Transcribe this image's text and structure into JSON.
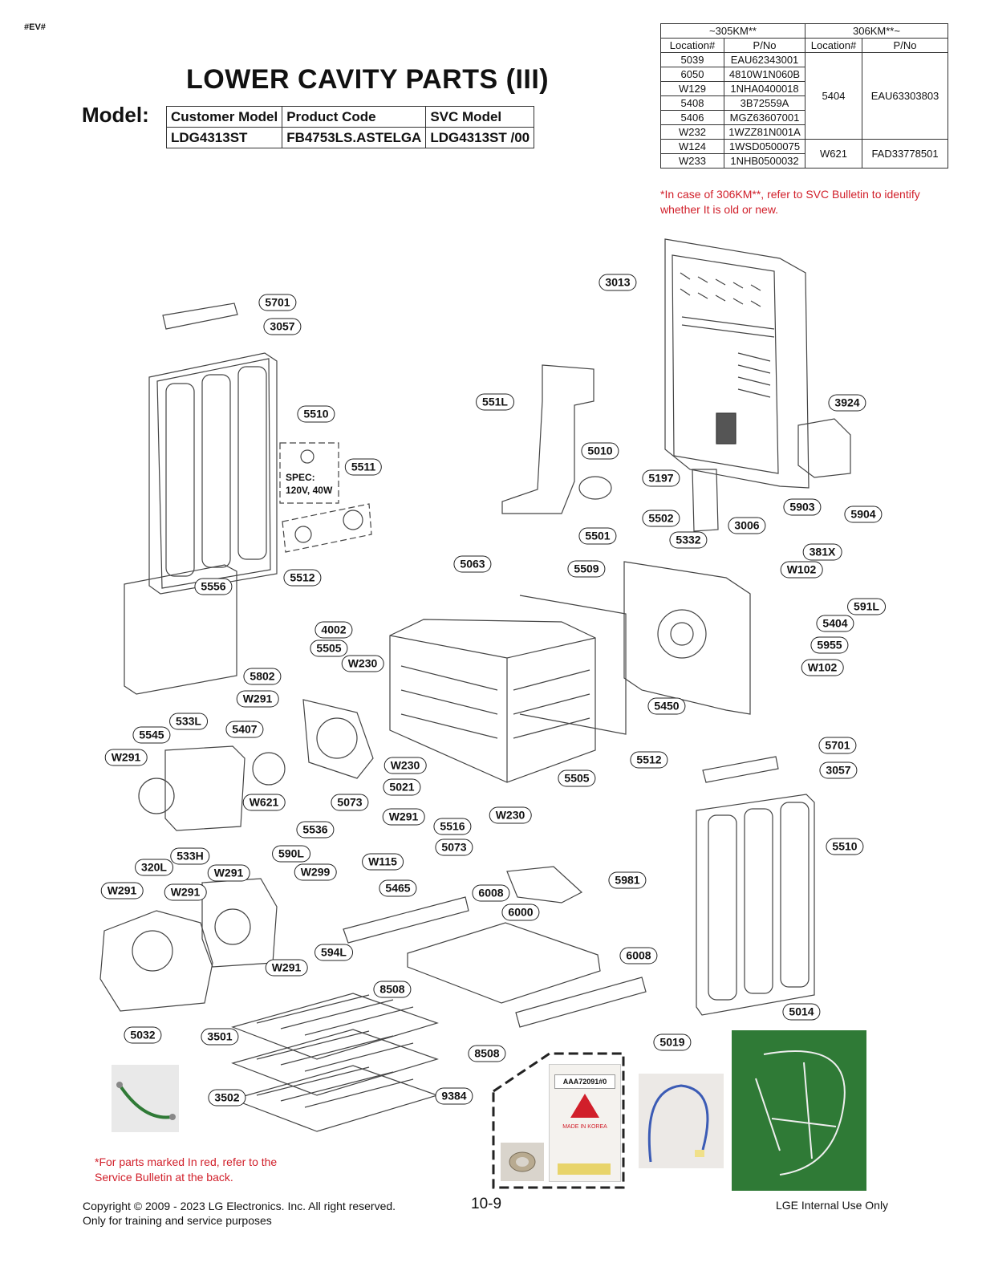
{
  "tag": "#EV#",
  "title": "LOWER CAVITY PARTS (III)",
  "model_label": "Model:",
  "model_table": {
    "headers": [
      "Customer Model",
      "Product Code",
      "SVC Model"
    ],
    "row": [
      "LDG4313ST",
      "FB4753LS.ASTELGA",
      "LDG4313ST /00"
    ]
  },
  "location_table": {
    "group1": "~305KM**",
    "group2": "306KM**~",
    "col_location": "Location#",
    "col_pno": "P/No",
    "rows": [
      [
        "5039",
        "EAU62343001"
      ],
      [
        "6050",
        "4810W1N060B"
      ],
      [
        "W129",
        "1NHA0400018"
      ],
      [
        "5408",
        "3B72559A"
      ],
      [
        "5406",
        "MGZ63607001"
      ],
      [
        "W232",
        "1WZZ81N001A"
      ],
      [
        "W124",
        "1WSD0500075"
      ],
      [
        "W233",
        "1NHB0500032"
      ]
    ],
    "right_rows": [
      [
        "5404",
        "EAU63303803"
      ],
      [
        "W621",
        "FAD33778501"
      ]
    ]
  },
  "note_306": "*In case of 306KM**, refer to SVC Bulletin to identify whether It is old or new.",
  "spec_line1": "SPEC:",
  "spec_line2": "120V, 40W",
  "callouts": {
    "c3013": "3013",
    "c5701a": "5701",
    "c3057a": "3057",
    "c551L": "551L",
    "c3924": "3924",
    "c5510a": "5510",
    "c5010": "5010",
    "c5511": "5511",
    "c5197": "5197",
    "c5903": "5903",
    "c5904": "5904",
    "c5502": "5502",
    "c3006": "3006",
    "c5332": "5332",
    "c5501": "5501",
    "c381X": "381X",
    "c5063": "5063",
    "c5509": "5509",
    "cW102a": "W102",
    "c5512a": "5512",
    "c5556": "5556",
    "c591L": "591L",
    "c4002": "4002",
    "c5404": "5404",
    "c5505a": "5505",
    "cW230a": "W230",
    "c5955": "5955",
    "cW102b": "W102",
    "c5802": "5802",
    "c5450": "5450",
    "cW291a": "W291",
    "c533L": "533L",
    "c5407": "5407",
    "c5545": "5545",
    "c5701b": "5701",
    "cW291b": "W291",
    "cW230b": "W230",
    "c5512b": "5512",
    "c3057b": "3057",
    "c5505b": "5505",
    "c5021": "5021",
    "cW621": "W621",
    "c5073a": "5073",
    "cW291c": "W291",
    "cW230c": "W230",
    "c5536": "5536",
    "c5516": "5516",
    "c5510b": "5510",
    "c590L": "590L",
    "c5073b": "5073",
    "c533H": "533H",
    "cW115": "W115",
    "c320L": "320L",
    "cW291d": "W291",
    "cW299": "W299",
    "c5465": "5465",
    "c5981": "5981",
    "cW291e": "W291",
    "cW291f": "W291",
    "c6008a": "6008",
    "c6000": "6000",
    "c594L": "594L",
    "cW291g": "W291",
    "c6008b": "6008",
    "c8508a": "8508",
    "c5014": "5014",
    "c5032": "5032",
    "c3501": "3501",
    "c5019": "5019",
    "c8508b": "8508",
    "c3502": "3502",
    "c9384": "9384"
  },
  "kit_label": "AAA72091#0",
  "kit_made": "MADE IN KOREA",
  "note_red": "*For parts marked In red, refer to the Service Bulletin at the back.",
  "copyright_line1": "Copyright © 2009 - 2023 LG Electronics. Inc. All right reserved.",
  "copyright_line2": "Only for training and service purposes",
  "page_number": "10-9",
  "internal": "LGE Internal Use Only",
  "colors": {
    "red_note": "#d11f2a",
    "photo_green": "#2f7a36"
  }
}
